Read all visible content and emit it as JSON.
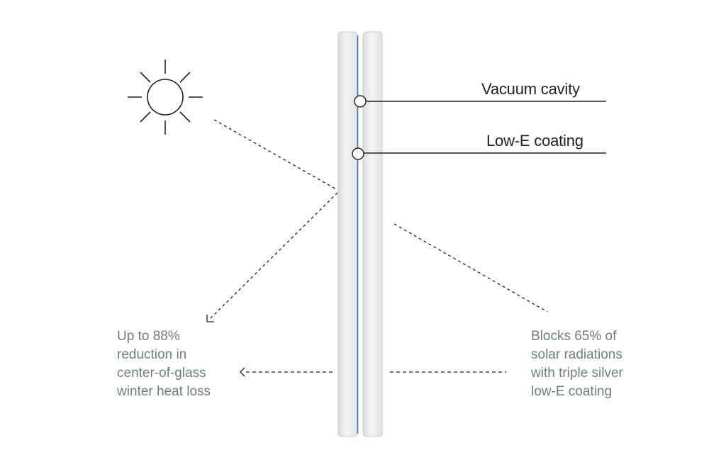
{
  "labels": {
    "vacuum_cavity": "Vacuum cavity",
    "low_e_coating": "Low-E coating"
  },
  "heat_loss_text": [
    "Up to 88%",
    "reduction in",
    "center-of-glass",
    "winter heat loss"
  ],
  "solar_text": [
    "Blocks 65% of",
    "solar radiations",
    "with triple silver",
    "low-E coating"
  ],
  "icons": {
    "sun": "sun-icon"
  },
  "colors": {
    "ink": "#1d2125",
    "muted_text": "#6b7f83",
    "glass_fill": "#ececec",
    "glass_edge": "#c9c9c9",
    "coating": "#3b6fd6"
  }
}
